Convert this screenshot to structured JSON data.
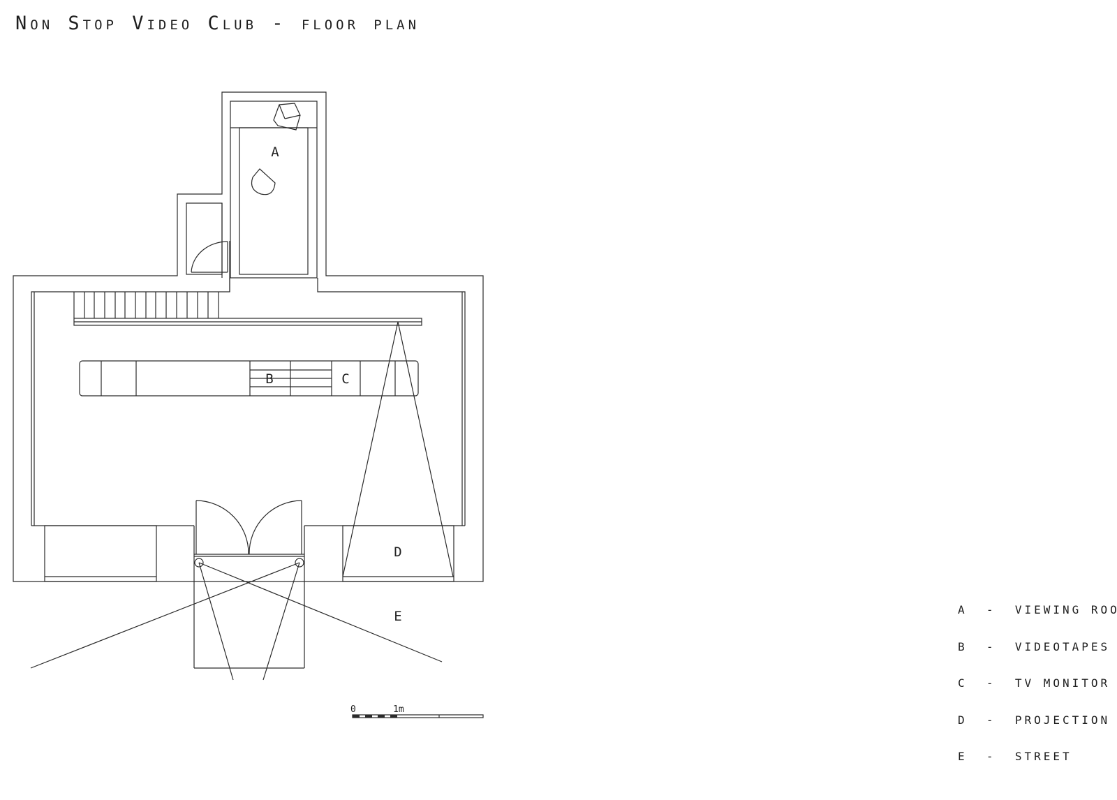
{
  "title": "Non Stop Video Club - floor plan",
  "rooms": {
    "a": "A",
    "b": "B",
    "c": "C",
    "d": "D",
    "e": "E"
  },
  "scale_bar": {
    "start": "0",
    "unit": "1m"
  },
  "legend": [
    {
      "key": "A",
      "sep": "-",
      "text": "VIEWING ROOM"
    },
    {
      "key": "B",
      "sep": "-",
      "text": "VIDEOTAPES"
    },
    {
      "key": "C",
      "sep": "-",
      "text": "TV MONITOR"
    },
    {
      "key": "D",
      "sep": "-",
      "text": "PROJECTION"
    },
    {
      "key": "E",
      "sep": "-",
      "text": "STREET"
    }
  ]
}
